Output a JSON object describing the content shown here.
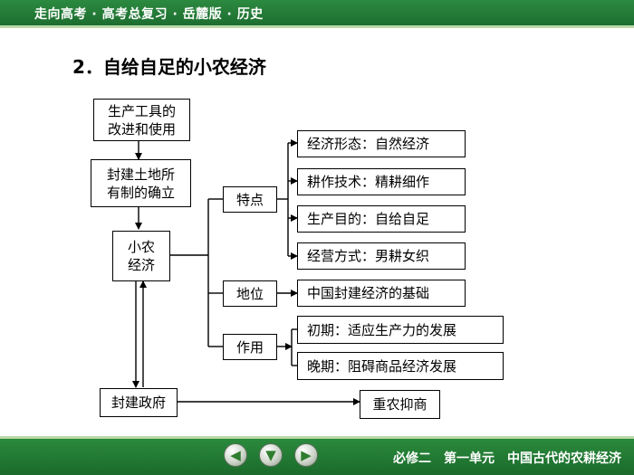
{
  "header": {
    "title": "走向高考 · 高考总复习 · 岳麓版 · 历史"
  },
  "slide": {
    "heading": "2．自给自足的小农经济"
  },
  "diagram": {
    "tools": "生产工具的\n改进和使用",
    "land": "封建土地所\n有制的确立",
    "smallfarm": "小农\n经济",
    "government": "封建政府",
    "agriculture": "重农抑商",
    "features": "特点",
    "status": "地位",
    "role": "作用",
    "feature_items": [
      "经济形态：自然经济",
      "耕作技术：精耕细作",
      "生产目的：自给自足",
      "经营方式：男耕女织"
    ],
    "status_item": "中国封建经济的基础",
    "role_items": [
      "初期：适应生产力的发展",
      "晚期：阻碍商品经济发展"
    ]
  },
  "footer": {
    "prev_icon": "arrow-left-icon",
    "down_icon": "arrow-down-icon",
    "next_icon": "arrow-right-icon",
    "text": "必修二　第一单元　中国古代的农耕经济"
  }
}
